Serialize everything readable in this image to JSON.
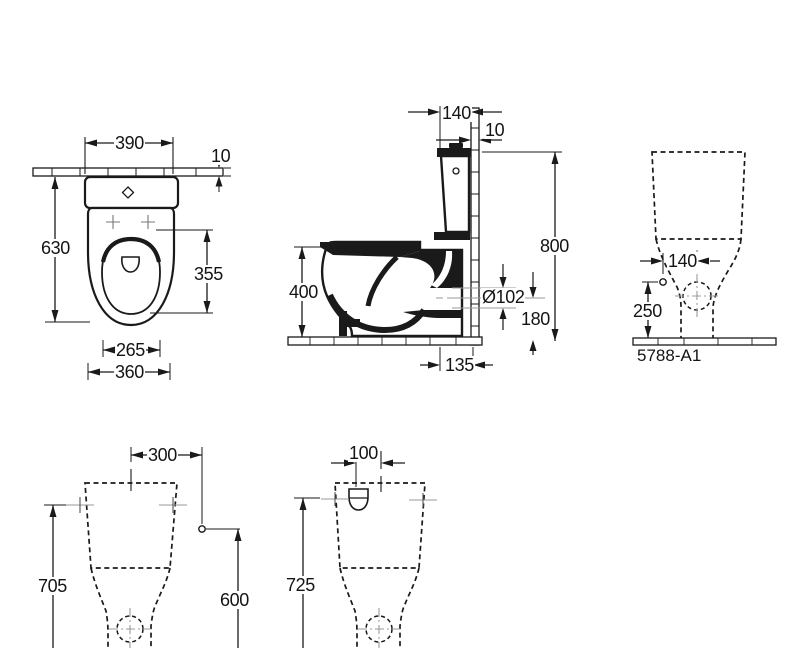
{
  "drawing": {
    "kind": "toilet-installation-dimension-drawing",
    "model": "5788-A1",
    "colors": {
      "line": "#1a1a1a",
      "centerline": "#9a9a9a",
      "background": "#ffffff"
    },
    "views": {
      "plan": {
        "dims": {
          "tank_width": "390",
          "shelf_thickness": "10",
          "total_depth": "630",
          "seat_depth": "355",
          "inner_width": "265",
          "bowl_width": "360"
        }
      },
      "side": {
        "dims": {
          "tank_depth": "140",
          "wall_thickness": "10",
          "total_height": "800",
          "rim_height": "400",
          "outlet_diameter": "Ø102",
          "outlet_height": "180",
          "outlet_offset": "135"
        }
      },
      "rear": {
        "dims": {
          "supply_to_center": "140",
          "supply_height": "250"
        },
        "model_label": "5788-A1"
      },
      "rear_left": {
        "dims": {
          "center_to_supply": "300",
          "tank_top_height": "705",
          "supply_height": "600"
        }
      },
      "rear_mid": {
        "dims": {
          "inlet_to_center": "100",
          "inlet_height": "725"
        }
      }
    }
  }
}
